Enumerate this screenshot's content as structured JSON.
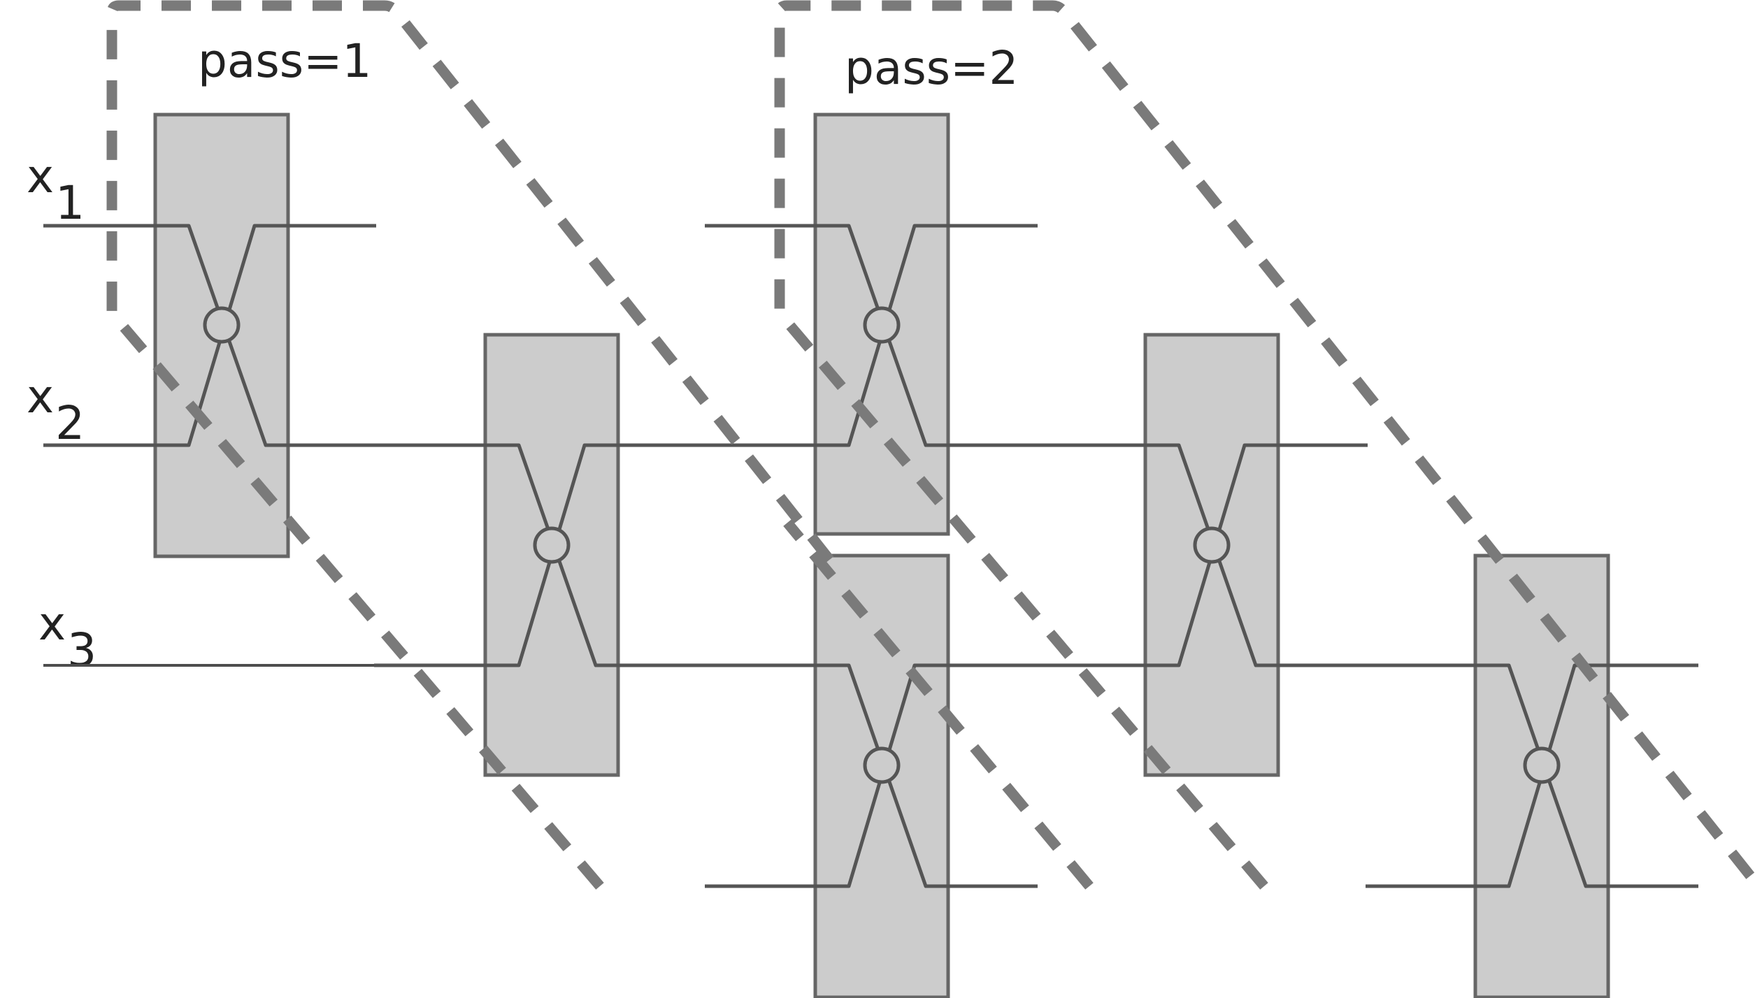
{
  "variables": [
    {
      "name": "x",
      "subscript": "1"
    },
    {
      "name": "x",
      "subscript": "2"
    },
    {
      "name": "x",
      "subscript": "3"
    }
  ],
  "passes": [
    {
      "label": "pass=1"
    },
    {
      "label": "pass=2"
    }
  ],
  "colors": {
    "gate_fill": "#cccccc",
    "gate_stroke": "#666666",
    "wire": "#4d4d4d",
    "dashed_outline": "#7a7a7a",
    "text": "#222222"
  },
  "icons": {
    "swap_gate": "swap-gate-icon"
  }
}
